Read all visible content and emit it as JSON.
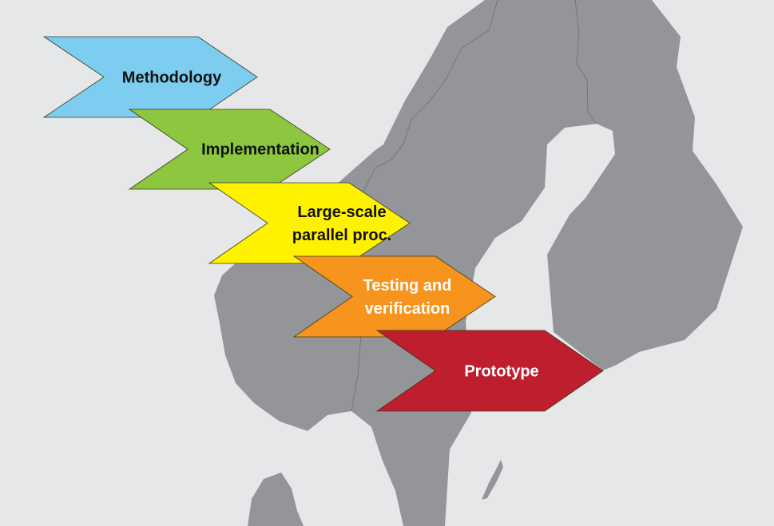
{
  "colors": {
    "background": "#e6e7e8",
    "land": "#939598",
    "border": "#6d6e71"
  },
  "steps": [
    {
      "label_lines": [
        "Methodology"
      ],
      "fill": "#7dcdf0",
      "text_color": "#111111"
    },
    {
      "label_lines": [
        "Implementation"
      ],
      "fill": "#8dc63f",
      "text_color": "#111111"
    },
    {
      "label_lines": [
        "Large-scale",
        "parallel proc."
      ],
      "fill": "#fff200",
      "text_color": "#111111"
    },
    {
      "label_lines": [
        "Testing and",
        "verification"
      ],
      "fill": "#f7941d",
      "text_color": "#ffffff"
    },
    {
      "label_lines": [
        "Prototype"
      ],
      "fill": "#be1e2d",
      "text_color": "#ffffff"
    }
  ]
}
